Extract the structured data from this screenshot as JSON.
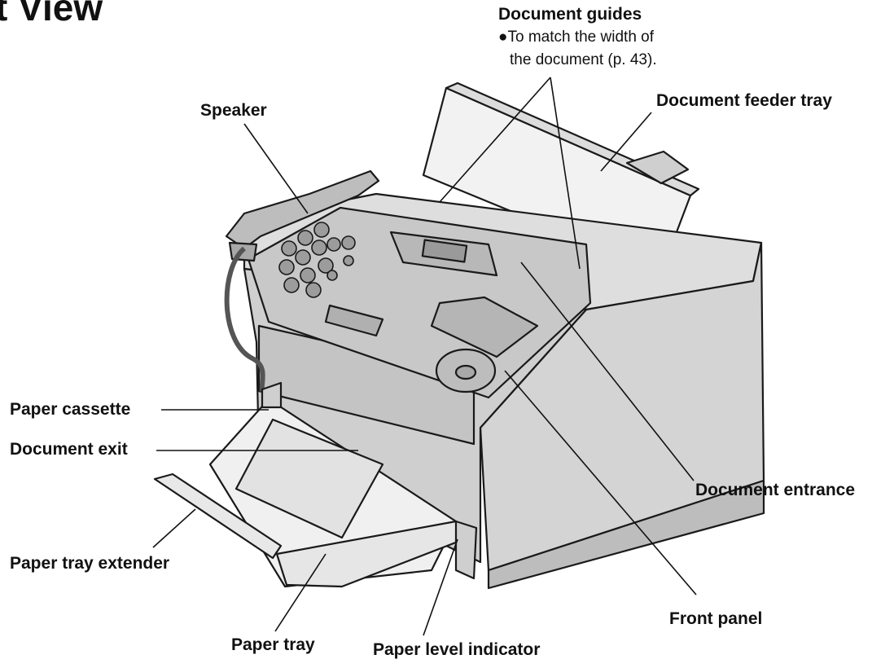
{
  "title": "t View",
  "labels": {
    "document_guides": "Document guides",
    "document_guides_note_1": "●To match the width of",
    "document_guides_note_2": "the document (p. 43).",
    "document_feeder_tray": "Document feeder tray",
    "speaker": "Speaker",
    "paper_cassette": "Paper cassette",
    "document_exit": "Document exit",
    "document_entrance": "Document entrance",
    "paper_tray_extender": "Paper tray extender",
    "front_panel": "Front panel",
    "paper_tray": "Paper tray",
    "paper_level_indicator": "Paper level indicator"
  }
}
